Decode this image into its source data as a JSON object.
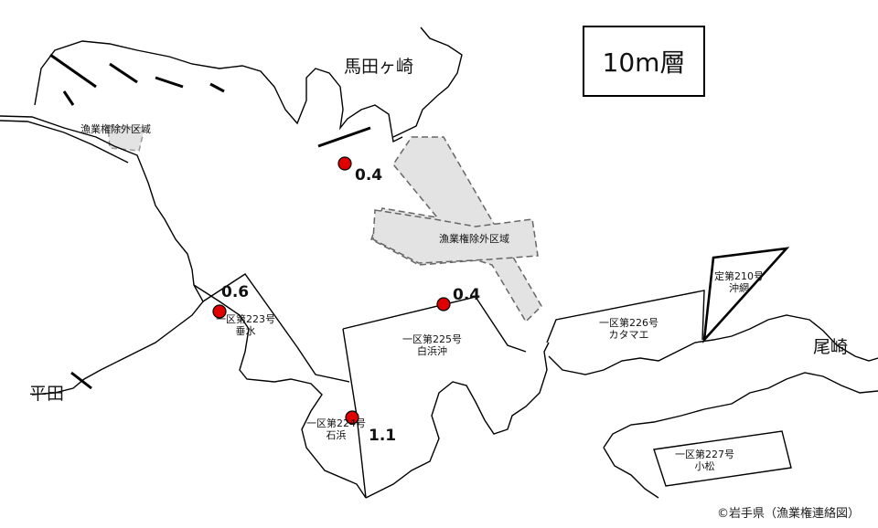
{
  "layer_label": "10m層",
  "credit": "©岩手県（漁業権連絡図）",
  "places": {
    "umadagasaki": "馬田ヶ崎",
    "heita": "平田",
    "ozaki": "尾崎"
  },
  "exclusion_zones": {
    "north": "漁業権除外区域",
    "center": "漁業権除外区域"
  },
  "zones": {
    "z223": {
      "name": "一区第223号",
      "area": "垂水"
    },
    "z224": {
      "name": "一区第224号",
      "area": "石浜"
    },
    "z225": {
      "name": "一区第225号",
      "area": "白浜沖"
    },
    "z226": {
      "name": "一区第226号",
      "area": "カタマエ"
    },
    "z210": {
      "name": "定第210号",
      "area": "沖網"
    },
    "z227": {
      "name": "一区第227号",
      "area": "小松"
    }
  },
  "stations": [
    {
      "id": "north",
      "value": "0.4"
    },
    {
      "id": "center",
      "value": "0.4"
    },
    {
      "id": "tarumi",
      "value": "0.6"
    },
    {
      "id": "ishihama",
      "value": "1.1"
    }
  ],
  "colors": {
    "station": "#e00000",
    "exclusion_fill": "#e3e3e3",
    "coast": "#000000"
  }
}
